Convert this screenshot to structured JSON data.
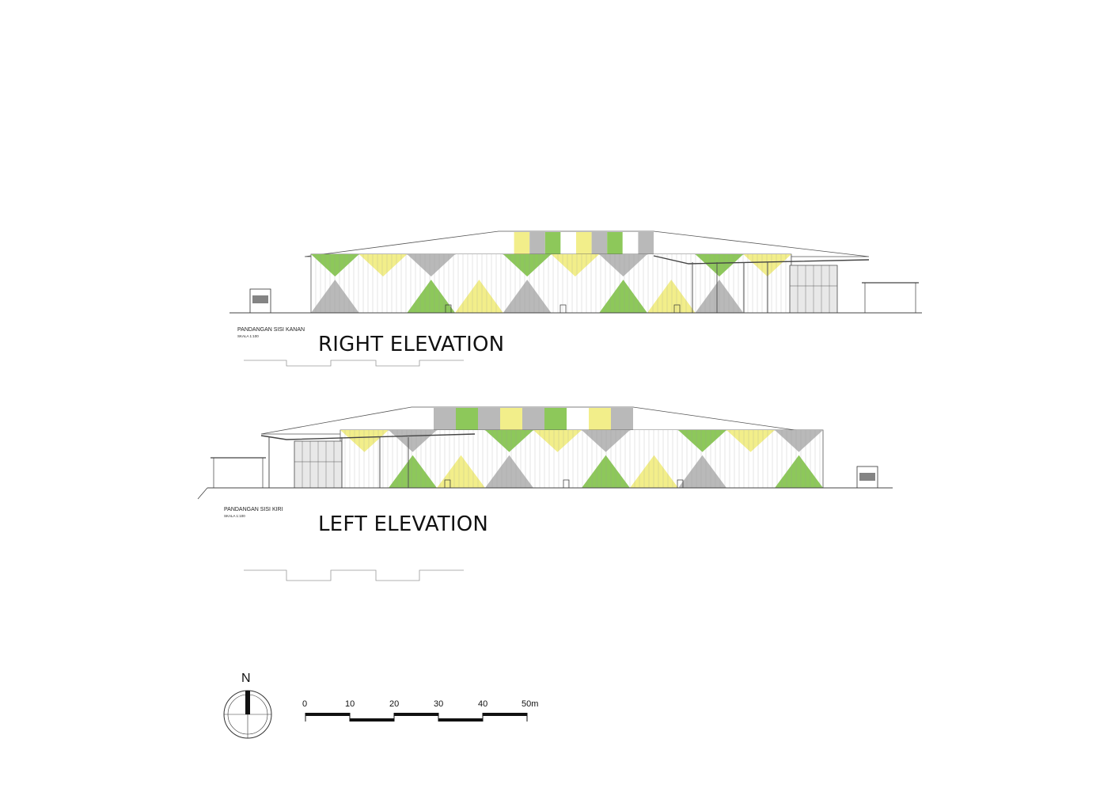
{
  "elevations": [
    {
      "id": "right",
      "subtitle": "PANDANGAN SISI KANAN",
      "scale": "SKALA 1:100",
      "title": "RIGHT ELEVATION"
    },
    {
      "id": "left",
      "subtitle": "PANDANGAN SISI KIRI",
      "scale": "SKALA 1:100",
      "title": "LEFT ELEVATION"
    }
  ],
  "north_arrow": {
    "label": "N"
  },
  "scale_bar": {
    "ticks": [
      "0",
      "10",
      "20",
      "30",
      "40",
      "50m"
    ]
  },
  "colors": {
    "green": "#8dc85a",
    "yellow": "#f2ee8a",
    "grey": "#b9b9b9",
    "white": "#ffffff",
    "line": "#555555"
  }
}
